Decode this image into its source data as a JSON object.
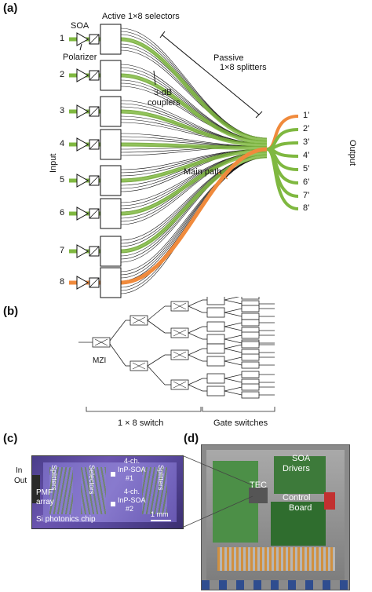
{
  "panel_a": {
    "label": "(a)",
    "soa": "SOA",
    "polarizer": "Polarizer",
    "selectors": "Active 1×8 selectors",
    "passive": "Passive",
    "splitters": "1×8 splitters",
    "couplers_1": "3-dB",
    "couplers_2": "couplers",
    "main_path": "Main path",
    "input": "Input",
    "output": "Output",
    "inputs": [
      "1",
      "2",
      "3",
      "4",
      "5",
      "6",
      "7",
      "8"
    ],
    "outputs": [
      "1’",
      "2’",
      "3’",
      "4’",
      "5’",
      "6’",
      "7’",
      "8’"
    ],
    "colors": {
      "green": "#7fb840",
      "orange": "#f08a3c",
      "line": "#111111"
    }
  },
  "panel_b": {
    "label": "(b)",
    "mzi": "MZI",
    "switch": "1 × 8 switch",
    "gate": "Gate switches"
  },
  "panel_c": {
    "label": "(c)",
    "in": "In",
    "out": "Out",
    "pmf_1": "PMF",
    "pmf_2": "array",
    "splitters_left": "Splitters",
    "selectors": "Selectors",
    "soa1_1": "4-ch.",
    "soa1_2": "InP-SOA",
    "soa1_3": "#1",
    "soa2_1": "4-ch.",
    "soa2_2": "InP-SOA",
    "soa2_3": "#2",
    "splitters_right": "Splitters",
    "chip": "Si photonics chip",
    "scale": "1 mm"
  },
  "panel_d": {
    "label": "(d)",
    "soa_drivers_1": "SOA",
    "soa_drivers_2": "Drivers",
    "tec": "TEC",
    "control_1": "Control",
    "control_2": "Board"
  }
}
